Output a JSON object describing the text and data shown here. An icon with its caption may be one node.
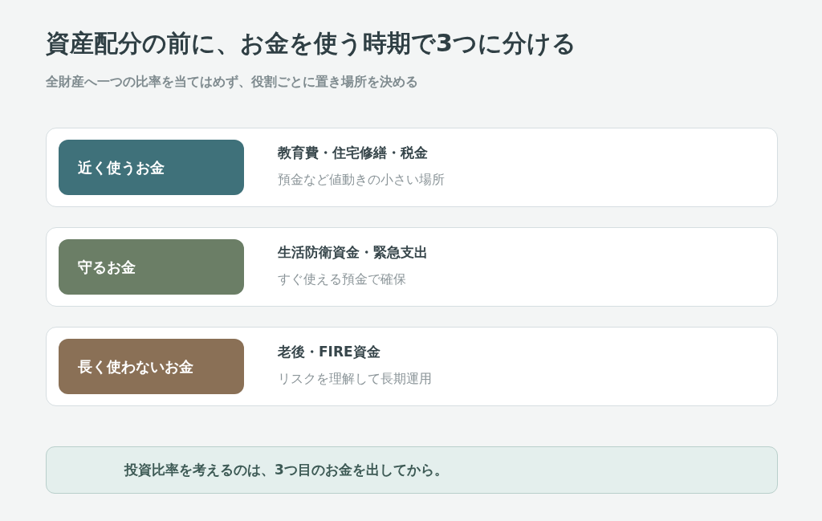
{
  "diagram": {
    "title": "資産配分の前に、お金を使う時期で3つに分ける",
    "nodes": [
      {
        "text": [
          "教育費・住宅修繕・税金",
          "預金など値動きの小さい場所"
        ]
      },
      {
        "text": [
          "近く使うお金"
        ],
        "in": 0
      },
      {
        "text": [
          "生活防衛資金・緊急支出",
          "すぐ使える預金で確保"
        ]
      },
      {
        "text": [
          "守るお金"
        ],
        "in": 2
      },
      {
        "text": [
          "老後・FIRE資金",
          "リスクを理解して長期運用"
        ]
      },
      {
        "text": [
          "長く使わないお金"
        ],
        "in": 4
      },
      {
        "text": [
          "投資比率を考えるのは、3つ目のお金を出してから。"
        ]
      }
    ],
    "labels": [
      "全財産へ一つの比率を当てはめず、役割ごとに置き場所を決める"
    ]
  }
}
